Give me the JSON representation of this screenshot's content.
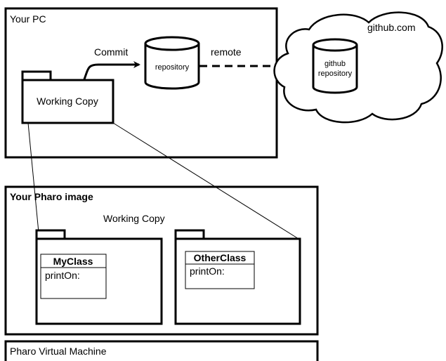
{
  "your_pc": {
    "label": "Your PC",
    "working_copy_label": "Working Copy",
    "repository_label": "repository",
    "commit_label": "Commit",
    "remote_label": "remote"
  },
  "cloud": {
    "label": "github.com",
    "repository_line1": "github",
    "repository_line2": "repository"
  },
  "pharo_image": {
    "label": "Your Pharo image",
    "working_copy_label": "Working Copy",
    "classes": [
      {
        "name": "MyClass",
        "method": "printOn:"
      },
      {
        "name": "OtherClass",
        "method": "printOn:"
      }
    ]
  },
  "vm": {
    "label": "Pharo Virtual Machine"
  }
}
